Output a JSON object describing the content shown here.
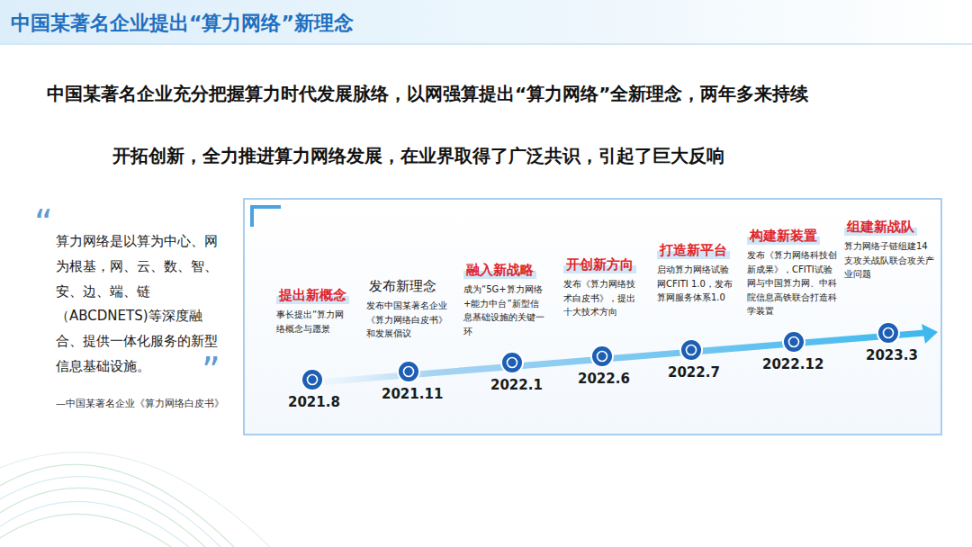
{
  "diagram": {
    "title": "中国某著名企业提出“算力网络”新理念",
    "nodes": [
      {
        "text": []
      },
      {
        "text": [
          "提出新概念",
          "事长提出“算力网络概念与愿景",
          "2021.8"
        ],
        "in": 0
      },
      {
        "text": [
          "发布新理念",
          "发布中国某著名企业《算力网络白皮书》和发展倡议",
          "2021.11"
        ],
        "in": 0
      },
      {
        "text": [
          "融入新战略",
          "成为“5G+算力网络+能力中台”新型信息基础设施的关键一环",
          "2022.1"
        ],
        "in": 0
      },
      {
        "text": [
          "开创新方向",
          "发布《算力网络技术白皮书》，提出十大技术方向",
          "2022.6"
        ],
        "in": 0
      },
      {
        "text": [
          "打造新平台",
          "启动算力网络试验网CFITI 1.0，发布算网服务体系1.0",
          "2022.7"
        ],
        "in": 0
      },
      {
        "text": [
          "构建新装置",
          "发布《算力网络科技创新成果》，CFITI试验网与中国算力网、中科院信息高铁联合打造科学装置",
          "2022.12"
        ],
        "in": 0
      },
      {
        "text": [
          "组建新战队",
          "算力网络子链组建14支攻关战队联合攻关产业问题",
          "2023.3"
        ],
        "in": 0
      }
    ],
    "labels": [
      "中国某著名企业充分把握算力时代发展脉络，以网强算提出“算力网络”全新理念，两年多来持续",
      "开拓创新，全力推进算力网络发展，在业界取得了广泛共识，引起了巨大反响",
      "“",
      "算力网络是以算为中心、网为根基，网、云、数、智、安、边、端、链（ABCDNETS)等深度融合、提供一体化服务的新型信息基础设施。",
      "”",
      "—中国某著名企业《算力网络白皮书》"
    ]
  }
}
